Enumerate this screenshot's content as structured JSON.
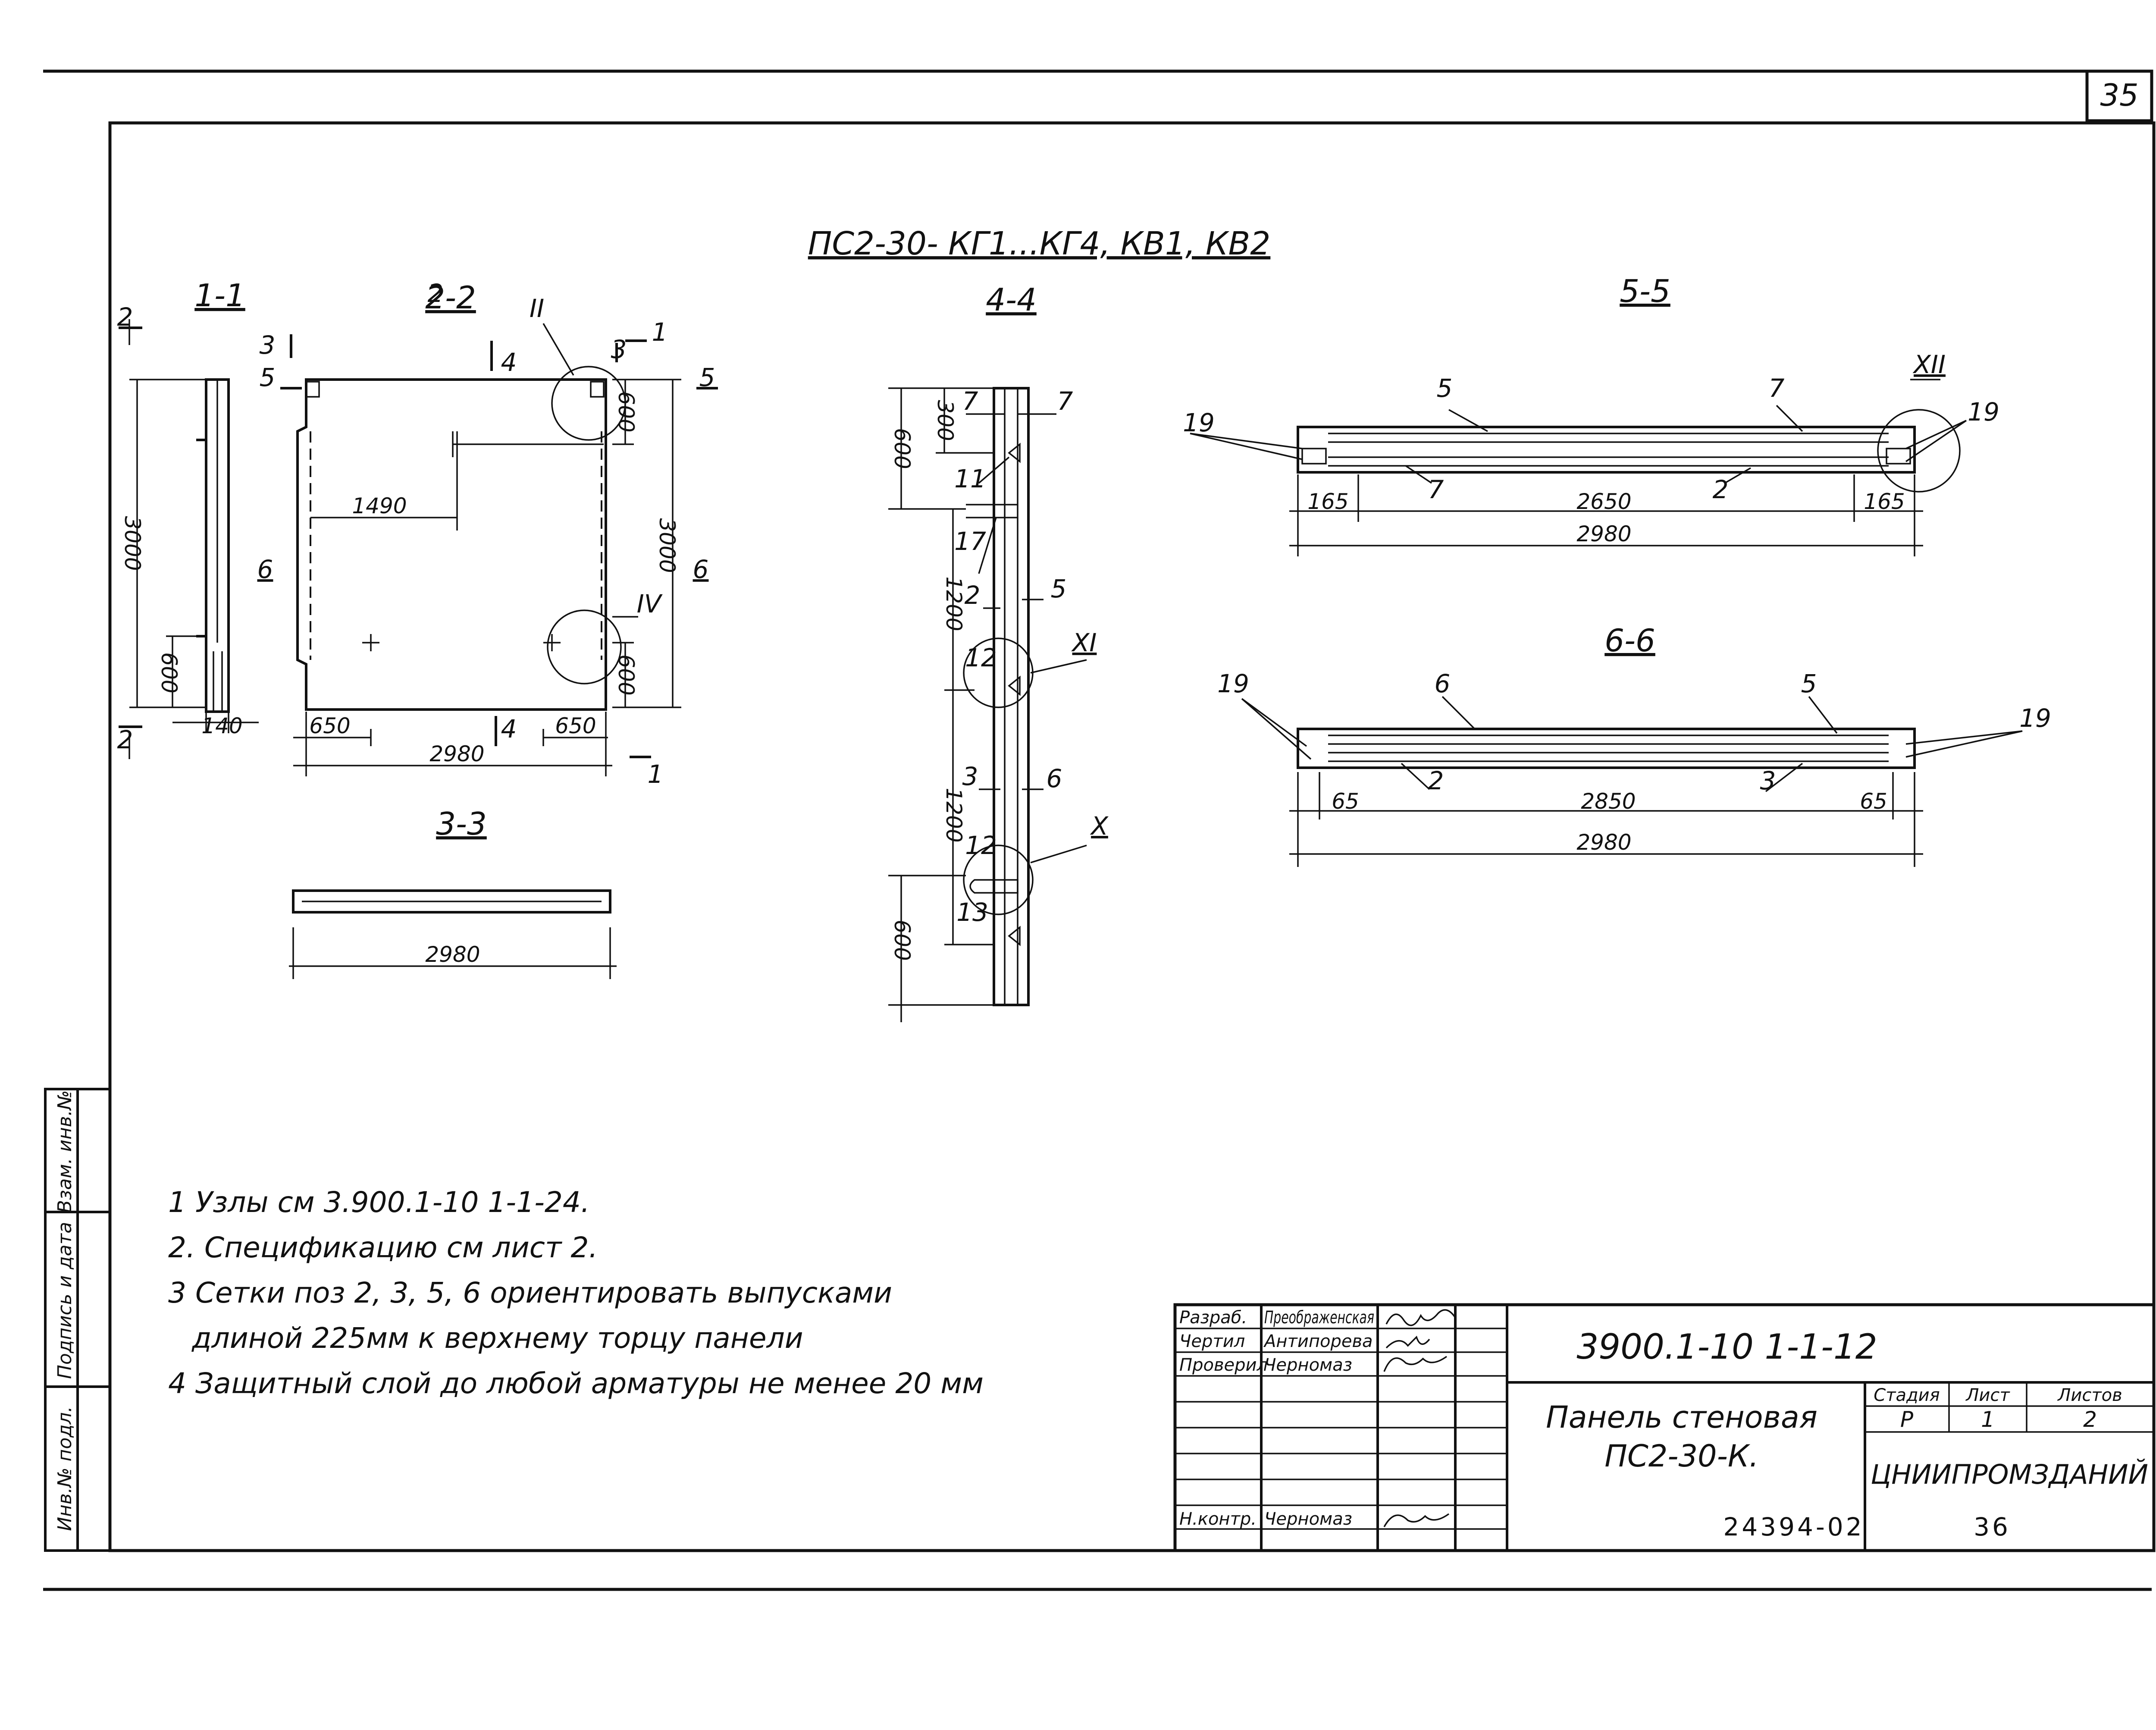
{
  "sheet": {
    "page_number": "35",
    "drawing_code": "3900.1-10 1-1-12",
    "title_line1": "Панель стеновая",
    "title_line2": "ПС2-30-К.",
    "organization": "ЦНИИПРОМЗДАНИЙ",
    "archive_number": "24394-02",
    "archive_sheet": "36",
    "stage_label": "Стадия",
    "stage_value": "Р",
    "sheet_label": "Лист",
    "sheet_value": "1",
    "sheets_label": "Листов",
    "sheets_value": "2"
  },
  "title_block_rows": [
    {
      "role": "Разраб.",
      "name": "Преображенская"
    },
    {
      "role": "Чертил",
      "name": "Антипорева"
    },
    {
      "role": "Проверил",
      "name": "Черномаз"
    },
    {
      "role": "Н.контр.",
      "name": "Черномаз"
    }
  ],
  "side_stamp": [
    "Инв.№ подл.",
    "Подпись и дата",
    "Взам. инв.№"
  ],
  "drawing_title": "ПС2-30- КГ1...КГ4, КВ1, КВ2",
  "sections": {
    "s11": {
      "label": "1-1",
      "dims": [
        "3000",
        "600",
        "140"
      ],
      "cut_marks": [
        "2",
        "2"
      ]
    },
    "s22": {
      "label": "2-2",
      "dims": [
        "1490",
        "3000",
        "600",
        "600",
        "650",
        "650",
        "2980"
      ],
      "marks": [
        "2",
        "6",
        "6",
        "3",
        "3",
        "4",
        "4",
        "5",
        "5",
        "1",
        "1"
      ],
      "nodes": [
        "II",
        "IV"
      ]
    },
    "s33": {
      "label": "3-3",
      "dims": [
        "2980"
      ]
    },
    "s44": {
      "label": "4-4",
      "dims": [
        "600",
        "300",
        "1200",
        "1200",
        "600"
      ],
      "positions": [
        "7",
        "7",
        "11",
        "17",
        "2",
        "5",
        "12",
        "3",
        "6",
        "12",
        "13"
      ],
      "nodes": [
        "XI",
        "X"
      ]
    },
    "s55": {
      "label": "5-5",
      "dims": [
        "165",
        "2650",
        "165",
        "2980"
      ],
      "positions": [
        "5",
        "7",
        "19",
        "19",
        "7",
        "2"
      ],
      "nodes": [
        "XII"
      ]
    },
    "s66": {
      "label": "6-6",
      "dims": [
        "65",
        "2850",
        "65",
        "2980"
      ],
      "positions": [
        "19",
        "6",
        "5",
        "19",
        "2",
        "3"
      ]
    }
  },
  "notes": [
    "1 Узлы см 3.900.1-10 1-1-24.",
    "2. Спецификацию см лист 2.",
    "3 Сетки поз 2, 3, 5, 6 ориентировать выпусками",
    "длиной 225мм к верхнему торцу панели",
    "4 Защитный слой до любой арматуры не менее 20 мм"
  ]
}
